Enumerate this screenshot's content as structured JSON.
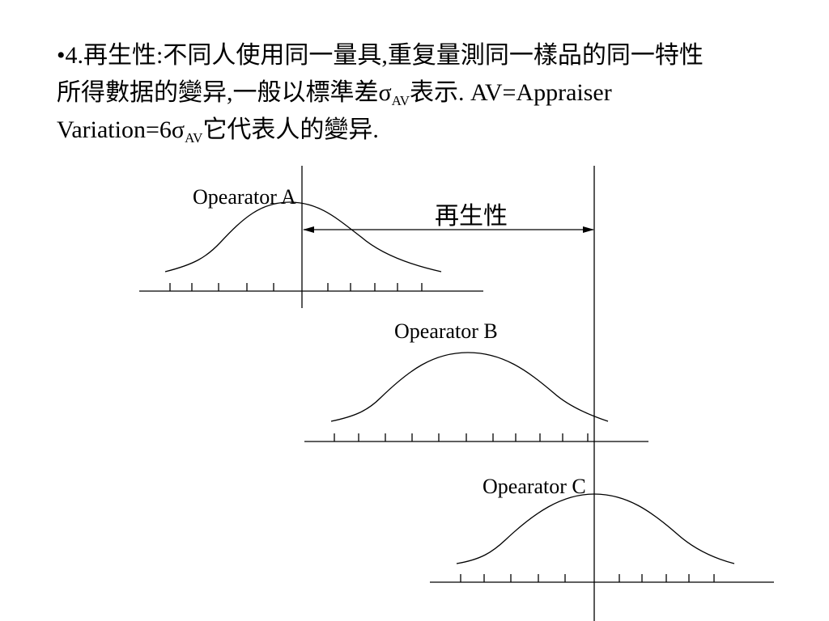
{
  "text": {
    "line1": "•4.再生性:不同人使用同一量具,重复量測同一樣品的同一特性",
    "line2_a": "所得數据的變异,一般以標準差σ",
    "line2_sub": "AV",
    "line2_b": "表示.  AV=Appraiser",
    "line3_a": "Variation=6σ",
    "line3_sub": "AV",
    "line3_b": "它代表人的變异."
  },
  "diagram": {
    "reproducibility_label": "再生性",
    "operators": [
      {
        "label": "Opearator A"
      },
      {
        "label": "Opearator B"
      },
      {
        "label": "Opearator C"
      }
    ]
  }
}
